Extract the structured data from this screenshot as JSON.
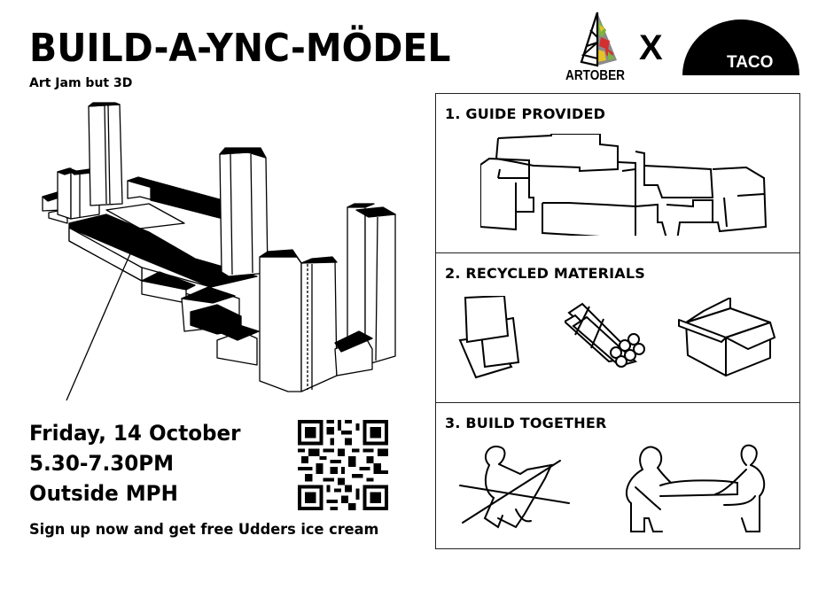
{
  "header": {
    "title": "BUILD-A-YNC-MÖDEL",
    "subtitle": "Art Jam but 3D"
  },
  "partners": {
    "left_logo": "ARTOBER",
    "separator": "X",
    "right_logo": "TACO",
    "left_logo_colors": [
      "#8a8a8a",
      "#d32f2f",
      "#7cb342",
      "#e6c229",
      "#555555"
    ]
  },
  "illustration": {
    "icon": "isometric-building-model-icon"
  },
  "steps": [
    {
      "label": "1. GUIDE PROVIDED",
      "icon": "floor-plan-icon"
    },
    {
      "label": "2. RECYCLED MATERIALS",
      "icons": [
        "paper-sheets-icon",
        "rolled-tubes-bundle-icon",
        "cardboard-box-icon"
      ]
    },
    {
      "label": "3. BUILD TOGETHER",
      "icons": [
        "crossed-out-person-alone-icon",
        "two-people-carrying-icon"
      ]
    }
  ],
  "event": {
    "date": "Friday, 14 October",
    "time": "5.30-7.30PM",
    "location": "Outside MPH",
    "qr": "signup-qr-code",
    "promo": "Sign up now and get free Udders ice cream"
  }
}
